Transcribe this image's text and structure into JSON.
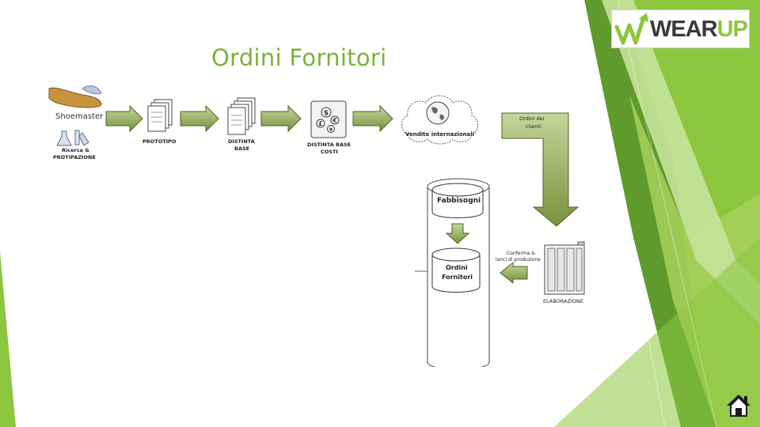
{
  "slide": {
    "title": "Ordini Fornitori",
    "logo": {
      "prefix": "WEAR",
      "suffix": "UP"
    },
    "home_icon": "home-icon"
  },
  "diagram": {
    "shoemaster": "Shoemaster",
    "ricerca_line1": "Ricerca &",
    "ricerca_line2": "PROTIPAZIONE",
    "prototipo": "PROTOTIPO",
    "distinta_line1": "DISTINTA",
    "distinta_line2": "BASE",
    "costi_line1": "DISTINTA BASE",
    "costi_line2": "COSTI",
    "vendite": "Vendite internazionali",
    "ordini_clienti_line1": "Ordini dei",
    "ordini_clienti_line2": "clienti",
    "fabbisogni": "Fabbisogni",
    "ordini_fornitori_line1": "Ordini",
    "ordini_fornitori_line2": "Fornitori",
    "conferma_line1": "Conferma &",
    "conferma_line2": "lanci di produzione",
    "elaborazione": "ELABORAZIONE"
  },
  "colors": {
    "title": "#7ab23a",
    "arrow_fill": "#9bbb59",
    "arrow_stroke": "#4f6228",
    "green_dark": "#5e9b2c",
    "green_mid": "#8cc63f",
    "green_light": "#c5e39a"
  }
}
